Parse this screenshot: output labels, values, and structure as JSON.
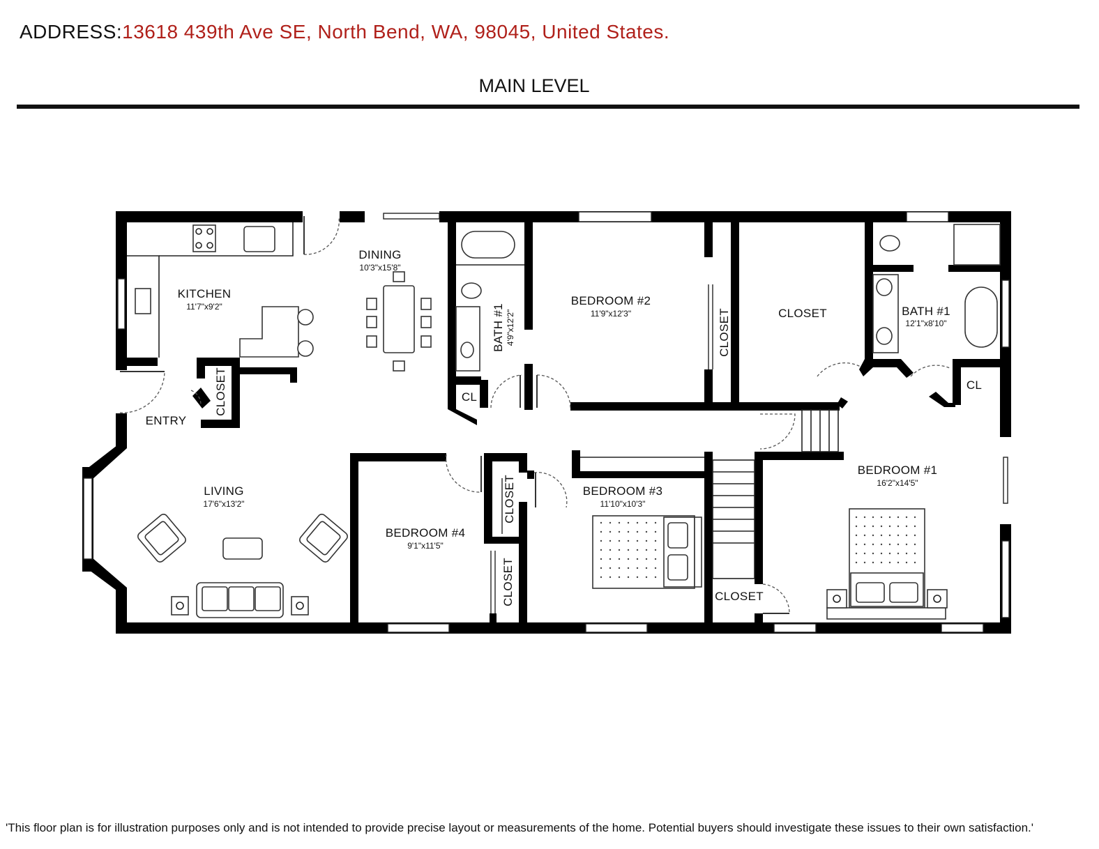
{
  "header": {
    "address_label": "ADDRESS:",
    "address_value": "13618 439th Ave SE, North Bend, WA, 98045, United States.",
    "level_title": "MAIN LEVEL"
  },
  "rooms": {
    "kitchen": {
      "name": "KITCHEN",
      "dim": "11'7\"x9'2\""
    },
    "dining": {
      "name": "DINING",
      "dim": "10'3\"x15'8\""
    },
    "entry": {
      "name": "ENTRY"
    },
    "living": {
      "name": "LIVING",
      "dim": "17'6\"x13'2\""
    },
    "bath1a": {
      "name": "BATH #1",
      "dim": "4'9\"x12'2\""
    },
    "bedroom2": {
      "name": "BEDROOM #2",
      "dim": "11'9\"x12'3\""
    },
    "closet_big": {
      "name": "CLOSET"
    },
    "bath1b": {
      "name": "BATH #1",
      "dim": "12'1\"x8'10\""
    },
    "bedroom1": {
      "name": "BEDROOM #1",
      "dim": "16'2\"x14'5\""
    },
    "bedroom3": {
      "name": "BEDROOM #3",
      "dim": "11'10\"x10'3\""
    },
    "bedroom4": {
      "name": "BEDROOM #4",
      "dim": "9'1\"x11'5\""
    },
    "closet_entry": {
      "name": "CLOSET"
    },
    "closet_b2": {
      "name": "CLOSET"
    },
    "closet_b4a": {
      "name": "CLOSET"
    },
    "closet_b4b": {
      "name": "CLOSET"
    },
    "closet_stair": {
      "name": "CLOSET"
    },
    "cl_bath": {
      "name": "CL"
    },
    "cl_master": {
      "name": "CL"
    }
  },
  "footer": {
    "disclaimer": "'This floor plan is for illustration purposes only and is not intended to provide precise layout or measurements of the home. Potential buyers should investigate these issues to their own satisfaction.'"
  }
}
